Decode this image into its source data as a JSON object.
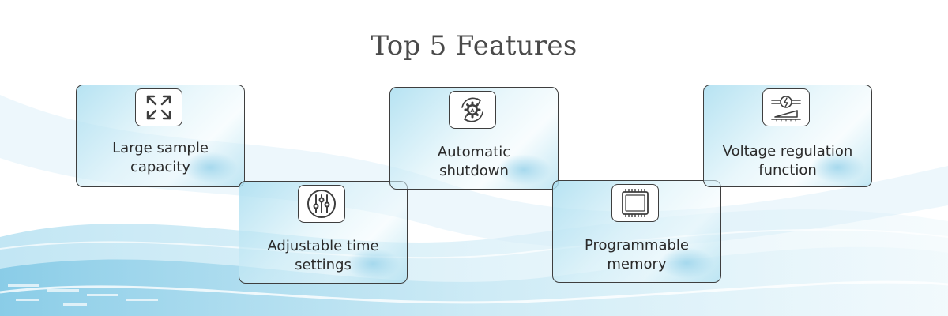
{
  "title": "Top 5 Features",
  "features": [
    {
      "label_line1": "Large sample",
      "label_line2": "capacity",
      "icon": "expand-arrows-icon"
    },
    {
      "label_line1": "Adjustable time",
      "label_line2": "settings",
      "icon": "sliders-icon"
    },
    {
      "label_line1": "Automatic",
      "label_line2": "shutdown",
      "icon": "auto-gear-icon"
    },
    {
      "label_line1": "Programmable",
      "label_line2": "memory",
      "icon": "chip-icon"
    },
    {
      "label_line1": "Voltage regulation",
      "label_line2": "function",
      "icon": "voltage-regulator-icon"
    }
  ],
  "colors": {
    "border": "#3e3e3e",
    "accent": "#aadef0",
    "title": "#4a4a4a"
  }
}
